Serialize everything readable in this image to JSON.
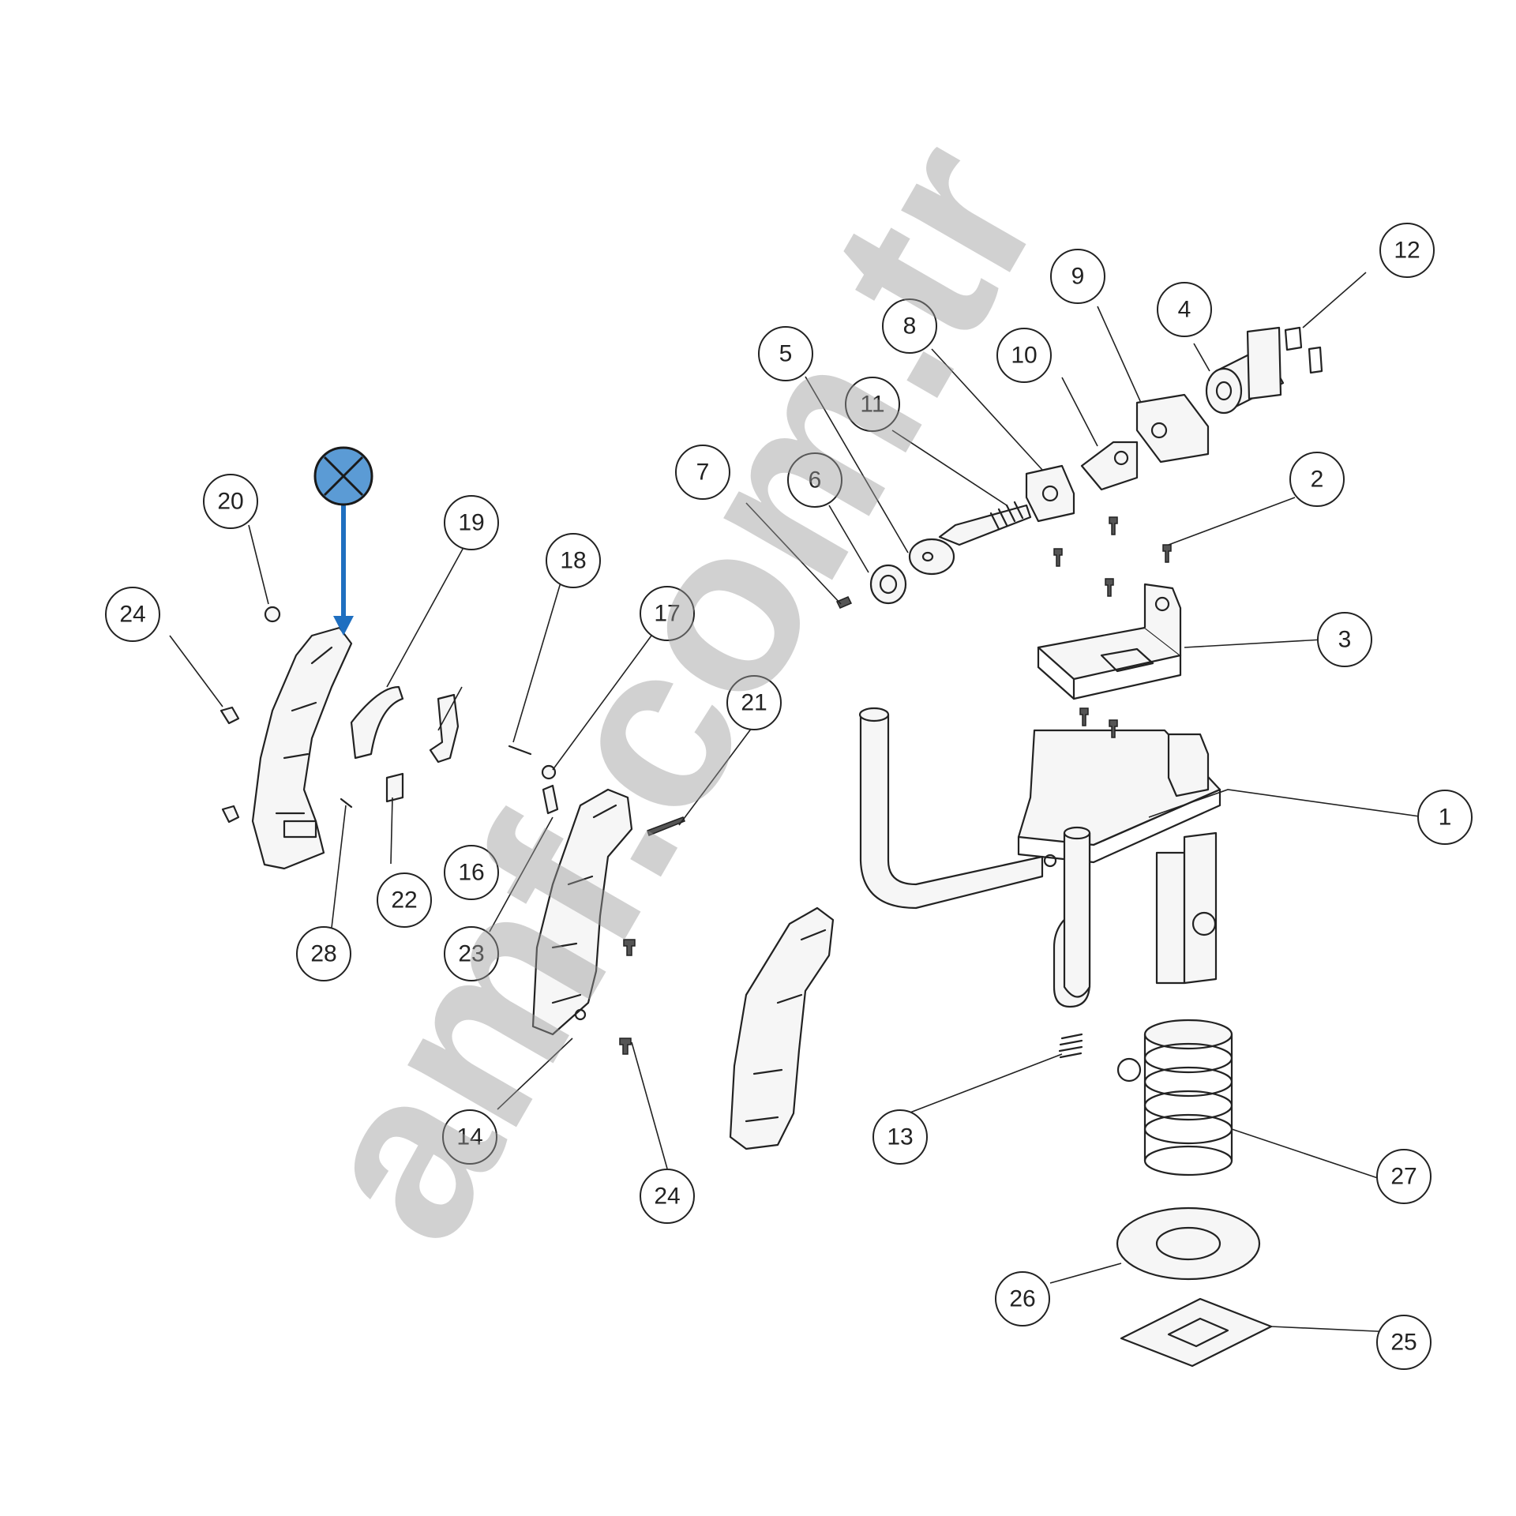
{
  "diagram": {
    "watermark": "amf.com.tr",
    "callouts": [
      {
        "id": "1",
        "label": "1"
      },
      {
        "id": "2",
        "label": "2"
      },
      {
        "id": "3",
        "label": "3"
      },
      {
        "id": "4",
        "label": "4"
      },
      {
        "id": "5",
        "label": "5"
      },
      {
        "id": "6",
        "label": "6"
      },
      {
        "id": "7",
        "label": "7"
      },
      {
        "id": "8",
        "label": "8"
      },
      {
        "id": "9",
        "label": "9"
      },
      {
        "id": "10",
        "label": "10"
      },
      {
        "id": "11",
        "label": "11"
      },
      {
        "id": "12",
        "label": "12"
      },
      {
        "id": "13",
        "label": "13"
      },
      {
        "id": "14",
        "label": "14"
      },
      {
        "id": "16",
        "label": "16"
      },
      {
        "id": "17",
        "label": "17"
      },
      {
        "id": "18",
        "label": "18"
      },
      {
        "id": "19",
        "label": "19"
      },
      {
        "id": "20",
        "label": "20"
      },
      {
        "id": "21",
        "label": "21"
      },
      {
        "id": "22",
        "label": "22"
      },
      {
        "id": "23",
        "label": "23"
      },
      {
        "id": "24a",
        "label": "24"
      },
      {
        "id": "24b",
        "label": "24"
      },
      {
        "id": "25",
        "label": "25"
      },
      {
        "id": "26",
        "label": "26"
      },
      {
        "id": "27",
        "label": "27"
      },
      {
        "id": "28",
        "label": "28"
      }
    ],
    "marker": {
      "icon": "crosshair-marker-icon",
      "color": "#5b9bd5",
      "arrow_color": "#1f6fc0"
    }
  }
}
